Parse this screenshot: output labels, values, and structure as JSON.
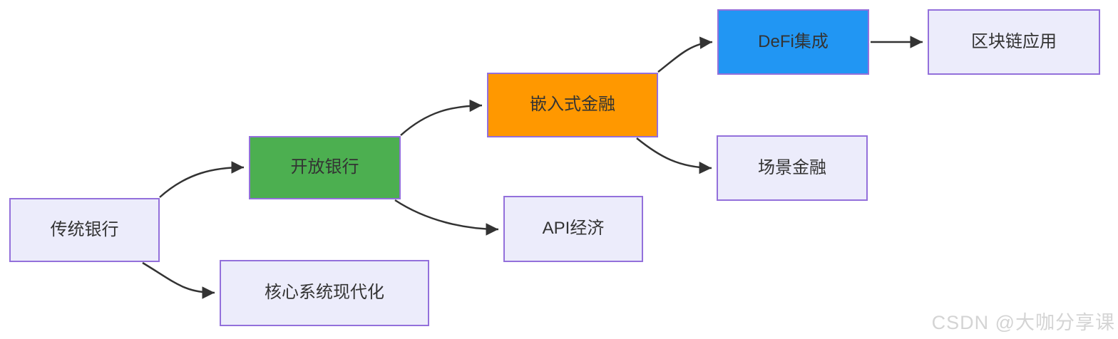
{
  "diagram": {
    "type": "flowchart",
    "direction": "left-to-right",
    "nodes": {
      "traditional_bank": {
        "label": "传统银行",
        "fill": "#ECECFB"
      },
      "open_banking": {
        "label": "开放银行",
        "fill": "#4CAF50"
      },
      "core_modernization": {
        "label": "核心系统现代化",
        "fill": "#ECECFB"
      },
      "embedded_finance": {
        "label": "嵌入式金融",
        "fill": "#FF9800"
      },
      "api_economy": {
        "label": "API经济",
        "fill": "#ECECFB"
      },
      "defi_integration": {
        "label": "DeFi集成",
        "fill": "#2196F3"
      },
      "scenario_finance": {
        "label": "场景金融",
        "fill": "#ECECFB"
      },
      "blockchain_apps": {
        "label": "区块链应用",
        "fill": "#ECECFB"
      }
    },
    "edges": [
      {
        "from": "传统银行",
        "to": "开放银行"
      },
      {
        "from": "传统银行",
        "to": "核心系统现代化"
      },
      {
        "from": "开放银行",
        "to": "嵌入式金融"
      },
      {
        "from": "开放银行",
        "to": "API经济"
      },
      {
        "from": "嵌入式金融",
        "to": "DeFi集成"
      },
      {
        "from": "嵌入式金融",
        "to": "场景金融"
      },
      {
        "from": "DeFi集成",
        "to": "区块链应用"
      }
    ],
    "colors": {
      "node_border": "#9370DB",
      "node_fill_default": "#ECECFB",
      "accent_green": "#4CAF50",
      "accent_orange": "#FF9800",
      "accent_blue": "#2196F3",
      "edge_stroke": "#333333",
      "label_text": "#333333",
      "watermark_text": "#d4d4d4"
    }
  },
  "watermark": {
    "text": "CSDN @大咖分享课"
  }
}
